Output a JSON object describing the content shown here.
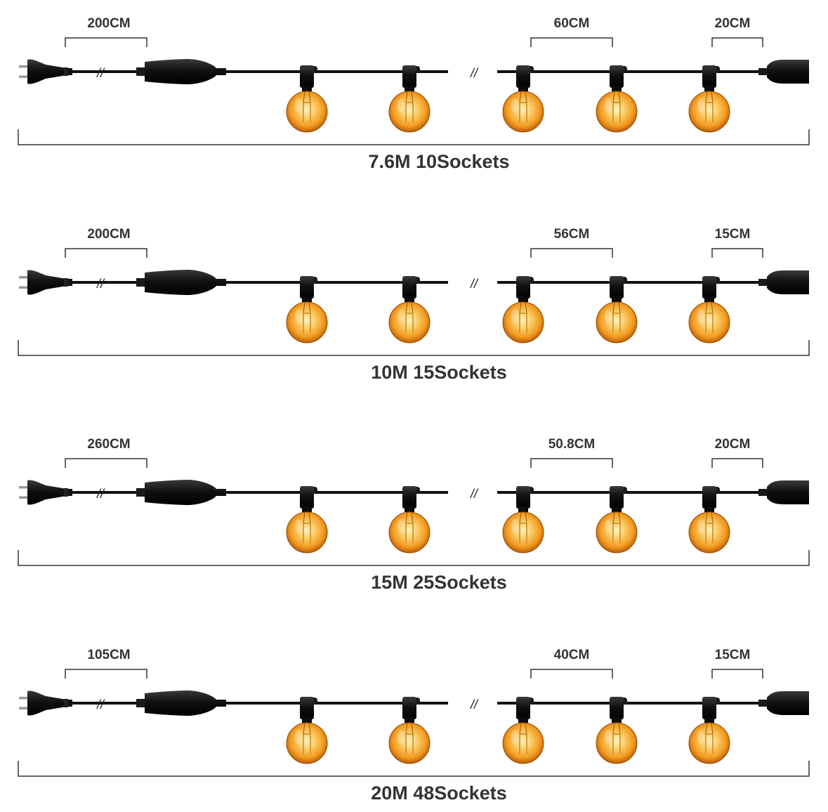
{
  "colors": {
    "cable": "#111111",
    "bracket": "#333333",
    "label": "#333333",
    "bulb_glow": "#f6a52a",
    "bulb_core": "#fde7a6",
    "bulb_edge": "#b25e08",
    "filament": "#c98a20"
  },
  "icons": {
    "plug": "eu-plug-icon",
    "connector": "inline-connector-icon",
    "socket": "end-socket-icon",
    "bulb": "g40-bulb-icon",
    "break": "cable-break-mark"
  },
  "break_mark": "//",
  "variants": [
    {
      "total": "7.6M 10Sockets",
      "lead_length": "200CM",
      "bulb_spacing": "60CM",
      "end_length": "20CM"
    },
    {
      "total": "10M 15Sockets",
      "lead_length": "200CM",
      "bulb_spacing": "56CM",
      "end_length": "15CM"
    },
    {
      "total": "15M 25Sockets",
      "lead_length": "260CM",
      "bulb_spacing": "50.8CM",
      "end_length": "20CM"
    },
    {
      "total": "20M 48Sockets",
      "lead_length": "105CM",
      "bulb_spacing": "40CM",
      "end_length": "15CM"
    }
  ]
}
